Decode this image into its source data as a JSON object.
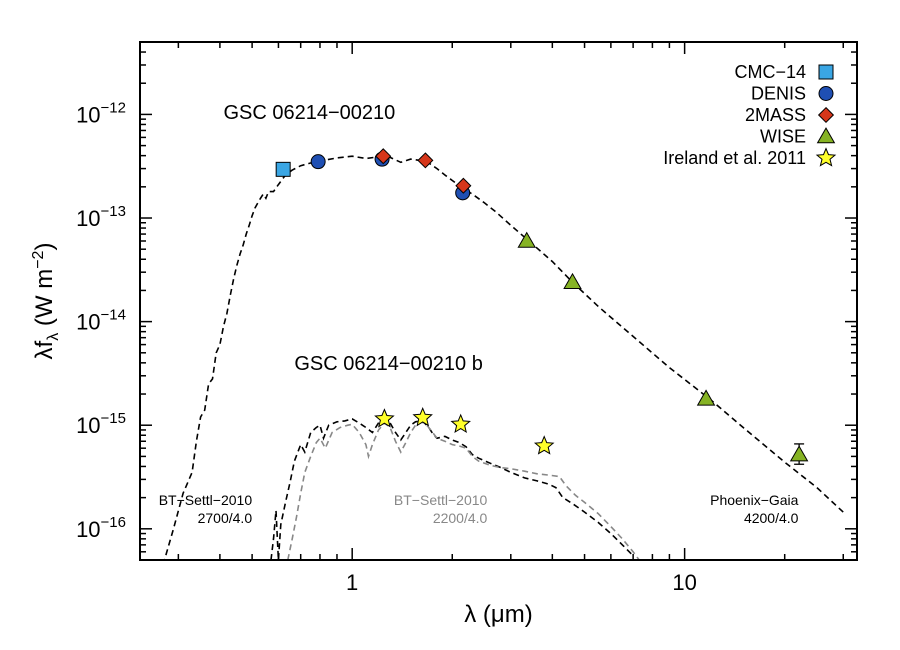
{
  "chart_data": {
    "type": "scatter",
    "xlabel": "λ (μm)",
    "ylabel": "λf",
    "ylabel_sub": "λ",
    "ylabel_units": " (W m",
    "ylabel_sup": "−2",
    "ylabel_close": ")",
    "xscale": "log",
    "yscale": "log",
    "xlim": [
      0.23,
      33
    ],
    "ylim": [
      5e-17,
      5e-12
    ],
    "x_ticks": [
      {
        "value": 1,
        "label": "1"
      },
      {
        "value": 10,
        "label": "10"
      }
    ],
    "y_ticks": [
      {
        "value": 1e-16,
        "base": "10",
        "exp": "−16"
      },
      {
        "value": 1e-15,
        "base": "10",
        "exp": "−15"
      },
      {
        "value": 1e-14,
        "base": "10",
        "exp": "−14"
      },
      {
        "value": 1e-13,
        "base": "10",
        "exp": "−13"
      },
      {
        "value": 1e-12,
        "base": "10",
        "exp": "−12"
      }
    ],
    "object_labels": [
      {
        "text": "GSC 06214−00210",
        "x": 0.41,
        "y": 9e-13
      },
      {
        "text": "GSC 06214−00210 b",
        "x": 0.67,
        "y": 3.4e-15
      }
    ],
    "model_labels": [
      {
        "line1": "BT−Settl−2010",
        "line2": "2700/4.0",
        "x": 0.5,
        "y": 1.7e-16,
        "color": "#000000"
      },
      {
        "line1": "BT−Settl−2010",
        "line2": "2200/4.0",
        "x": 2.55,
        "y": 1.7e-16,
        "color": "#888888"
      },
      {
        "line1": "Phoenix−Gaia",
        "line2": "4200/4.0",
        "x": 22.0,
        "y": 1.7e-16,
        "color": "#000000"
      }
    ],
    "models": [
      {
        "name": "Phoenix-Gaia",
        "color": "#000000",
        "points": [
          [
            0.27,
            4.5e-17
          ],
          [
            0.29,
            1e-16
          ],
          [
            0.31,
            2.2e-16
          ],
          [
            0.33,
            3.5e-16
          ],
          [
            0.34,
            7e-16
          ],
          [
            0.35,
            1.2e-15
          ],
          [
            0.36,
            1.4e-15
          ],
          [
            0.37,
            2.5e-15
          ],
          [
            0.38,
            2.8e-15
          ],
          [
            0.39,
            5e-15
          ],
          [
            0.4,
            6e-15
          ],
          [
            0.41,
            9e-15
          ],
          [
            0.42,
            1.2e-14
          ],
          [
            0.43,
            1.8e-14
          ],
          [
            0.44,
            2.6e-14
          ],
          [
            0.45,
            3.5e-14
          ],
          [
            0.46,
            4.5e-14
          ],
          [
            0.47,
            5.5e-14
          ],
          [
            0.48,
            7e-14
          ],
          [
            0.49,
            8.5e-14
          ],
          [
            0.5,
            1.05e-13
          ],
          [
            0.51,
            1.25e-13
          ],
          [
            0.52,
            1.4e-13
          ],
          [
            0.53,
            1.55e-13
          ],
          [
            0.54,
            1.7e-13
          ],
          [
            0.55,
            1.55e-13
          ],
          [
            0.56,
            1.8e-13
          ],
          [
            0.58,
            1.8e-13
          ],
          [
            0.6,
            2.1e-13
          ],
          [
            0.63,
            2.6e-13
          ],
          [
            0.66,
            2.9e-13
          ],
          [
            0.7,
            3.2e-13
          ],
          [
            0.75,
            3.4e-13
          ],
          [
            0.8,
            3.55e-13
          ],
          [
            0.9,
            3.8e-13
          ],
          [
            1.0,
            3.95e-13
          ],
          [
            1.1,
            3.75e-13
          ],
          [
            1.2,
            3.9e-13
          ],
          [
            1.3,
            3.85e-13
          ],
          [
            1.4,
            3.45e-13
          ],
          [
            1.5,
            3.7e-13
          ],
          [
            1.6,
            3.6e-13
          ],
          [
            1.7,
            3.4e-13
          ],
          [
            1.8,
            3e-13
          ],
          [
            1.9,
            2.6e-13
          ],
          [
            2.0,
            2.3e-13
          ],
          [
            2.1,
            2.05e-13
          ],
          [
            2.2,
            1.85e-13
          ],
          [
            2.3,
            1.7e-13
          ],
          [
            2.5,
            1.4e-13
          ],
          [
            2.7,
            1.15e-13
          ],
          [
            3.0,
            8.5e-14
          ],
          [
            3.4,
            6e-14
          ],
          [
            4.0,
            3.8e-14
          ],
          [
            4.6,
            2.4e-14
          ],
          [
            5.5,
            1.4e-14
          ],
          [
            7.0,
            7.2e-15
          ],
          [
            9.0,
            3.6e-15
          ],
          [
            12.0,
            1.75e-15
          ],
          [
            15.0,
            9.5e-16
          ],
          [
            20.0,
            4.4e-16
          ],
          [
            25.0,
            2.5e-16
          ],
          [
            30.0,
            1.45e-16
          ]
        ]
      },
      {
        "name": "BT-Settl-2010 2700/4.0",
        "color": "#000000",
        "points": [
          [
            0.57,
            5e-17
          ],
          [
            0.58,
            8e-17
          ],
          [
            0.59,
            1.5e-16
          ],
          [
            0.6,
            5e-17
          ],
          [
            0.61,
            1.1e-16
          ],
          [
            0.63,
            1.8e-16
          ],
          [
            0.65,
            2.8e-16
          ],
          [
            0.67,
            4.5e-16
          ],
          [
            0.7,
            6.5e-16
          ],
          [
            0.72,
            5.5e-16
          ],
          [
            0.75,
            8.5e-16
          ],
          [
            0.78,
            9.5e-16
          ],
          [
            0.8,
            1e-15
          ],
          [
            0.82,
            7.5e-16
          ],
          [
            0.85,
            1e-15
          ],
          [
            0.9,
            1.08e-15
          ],
          [
            0.95,
            1.1e-15
          ],
          [
            1.0,
            1.15e-15
          ],
          [
            1.05,
            1.05e-15
          ],
          [
            1.1,
            9.5e-16
          ],
          [
            1.15,
            8.5e-16
          ],
          [
            1.2,
            1.05e-15
          ],
          [
            1.25,
            1.15e-15
          ],
          [
            1.3,
            1.05e-15
          ],
          [
            1.35,
            8.5e-16
          ],
          [
            1.4,
            7.2e-16
          ],
          [
            1.45,
            8.5e-16
          ],
          [
            1.5,
            1e-15
          ],
          [
            1.55,
            1.08e-15
          ],
          [
            1.6,
            1.1e-15
          ],
          [
            1.65,
            1.05e-15
          ],
          [
            1.7,
            9.5e-16
          ],
          [
            1.75,
            8.2e-16
          ],
          [
            1.8,
            7.5e-16
          ],
          [
            1.9,
            7.8e-16
          ],
          [
            2.0,
            7.2e-16
          ],
          [
            2.1,
            6.8e-16
          ],
          [
            2.2,
            6.2e-16
          ],
          [
            2.3,
            5.2e-16
          ],
          [
            2.4,
            4.8e-16
          ],
          [
            2.6,
            4.3e-16
          ],
          [
            2.8,
            3.9e-16
          ],
          [
            3.0,
            3.5e-16
          ],
          [
            3.3,
            3.1e-16
          ],
          [
            3.6,
            2.9e-16
          ],
          [
            3.9,
            2.7e-16
          ],
          [
            4.1,
            2.5e-16
          ],
          [
            4.3,
            2e-16
          ],
          [
            4.6,
            1.75e-16
          ],
          [
            5.0,
            1.45e-16
          ],
          [
            5.5,
            1.15e-16
          ],
          [
            6.0,
            9e-17
          ],
          [
            6.5,
            7e-17
          ],
          [
            7.0,
            5.5e-17
          ]
        ]
      },
      {
        "name": "BT-Settl-2010 2200/4.0",
        "color": "#888888",
        "points": [
          [
            0.64,
            5e-17
          ],
          [
            0.66,
            8e-17
          ],
          [
            0.68,
            1.3e-16
          ],
          [
            0.7,
            2.2e-16
          ],
          [
            0.72,
            3.5e-16
          ],
          [
            0.75,
            5e-16
          ],
          [
            0.78,
            6.8e-16
          ],
          [
            0.8,
            7.5e-16
          ],
          [
            0.83,
            6e-16
          ],
          [
            0.87,
            8.5e-16
          ],
          [
            0.92,
            9.5e-16
          ],
          [
            0.97,
            1e-15
          ],
          [
            1.0,
            1.02e-15
          ],
          [
            1.05,
            8.5e-16
          ],
          [
            1.1,
            6.5e-16
          ],
          [
            1.12,
            5e-16
          ],
          [
            1.15,
            6.5e-16
          ],
          [
            1.2,
            9e-16
          ],
          [
            1.25,
            1.05e-15
          ],
          [
            1.3,
            9.5e-16
          ],
          [
            1.35,
            7e-16
          ],
          [
            1.4,
            5.5e-16
          ],
          [
            1.45,
            6.8e-16
          ],
          [
            1.5,
            8.5e-16
          ],
          [
            1.55,
            1e-15
          ],
          [
            1.6,
            1.08e-15
          ],
          [
            1.65,
            1.05e-15
          ],
          [
            1.7,
            9.5e-16
          ],
          [
            1.8,
            7.5e-16
          ],
          [
            1.9,
            7e-16
          ],
          [
            2.0,
            6.5e-16
          ],
          [
            2.1,
            6.3e-16
          ],
          [
            2.2,
            6e-16
          ],
          [
            2.3,
            5e-16
          ],
          [
            2.4,
            4.5e-16
          ],
          [
            2.6,
            4.1e-16
          ],
          [
            2.8,
            3.9e-16
          ],
          [
            3.0,
            3.8e-16
          ],
          [
            3.3,
            3.6e-16
          ],
          [
            3.6,
            3.4e-16
          ],
          [
            3.9,
            3.3e-16
          ],
          [
            4.2,
            3.2e-16
          ],
          [
            4.4,
            2.6e-16
          ],
          [
            4.7,
            2.1e-16
          ],
          [
            5.0,
            1.8e-16
          ],
          [
            5.5,
            1.4e-16
          ],
          [
            6.0,
            1.05e-16
          ],
          [
            6.5,
            8e-17
          ],
          [
            7.0,
            6e-17
          ],
          [
            7.3,
            5e-17
          ]
        ]
      }
    ],
    "series": [
      {
        "name": "CMC−14",
        "marker": "square",
        "color": "#3aa6e4",
        "points": [
          {
            "x": 0.62,
            "y": 2.95e-13
          }
        ]
      },
      {
        "name": "DENIS",
        "marker": "circle",
        "color": "#1f4fb3",
        "points": [
          {
            "x": 0.79,
            "y": 3.5e-13
          },
          {
            "x": 1.23,
            "y": 3.7e-13
          },
          {
            "x": 2.15,
            "y": 1.75e-13
          }
        ]
      },
      {
        "name": "2MASS",
        "marker": "diamond",
        "color": "#d6361a",
        "points": [
          {
            "x": 1.24,
            "y": 3.95e-13
          },
          {
            "x": 1.66,
            "y": 3.6e-13
          },
          {
            "x": 2.16,
            "y": 2.05e-13
          }
        ]
      },
      {
        "name": "WISE",
        "marker": "triangle",
        "color": "#86b324",
        "points": [
          {
            "x": 3.35,
            "y": 6e-14
          },
          {
            "x": 4.6,
            "y": 2.4e-14
          },
          {
            "x": 11.6,
            "y": 1.8e-15
          },
          {
            "x": 22.1,
            "y": 5.2e-16,
            "err_low": 4.2e-16,
            "err_high": 6.6e-16
          }
        ]
      },
      {
        "name": "Ireland et al. 2011",
        "marker": "star",
        "color": "#ffff2a",
        "points": [
          {
            "x": 1.25,
            "y": 1.15e-15
          },
          {
            "x": 1.63,
            "y": 1.18e-15
          },
          {
            "x": 2.12,
            "y": 1.02e-15
          },
          {
            "x": 3.78,
            "y": 6.3e-16
          }
        ]
      }
    ],
    "legend": {
      "position": "top-right"
    },
    "grid": false
  }
}
